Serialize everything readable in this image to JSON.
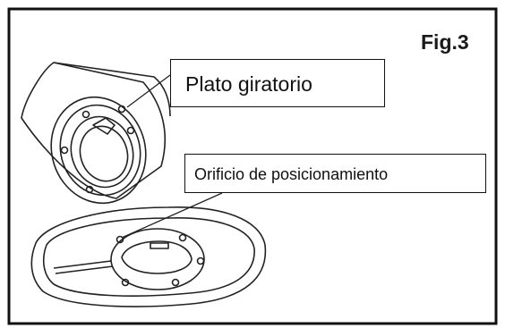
{
  "figure": {
    "label": "Fig.3",
    "callouts": {
      "turntable": "Plato giratorio",
      "positioning_hole": "Orificio de posicionamiento"
    }
  }
}
